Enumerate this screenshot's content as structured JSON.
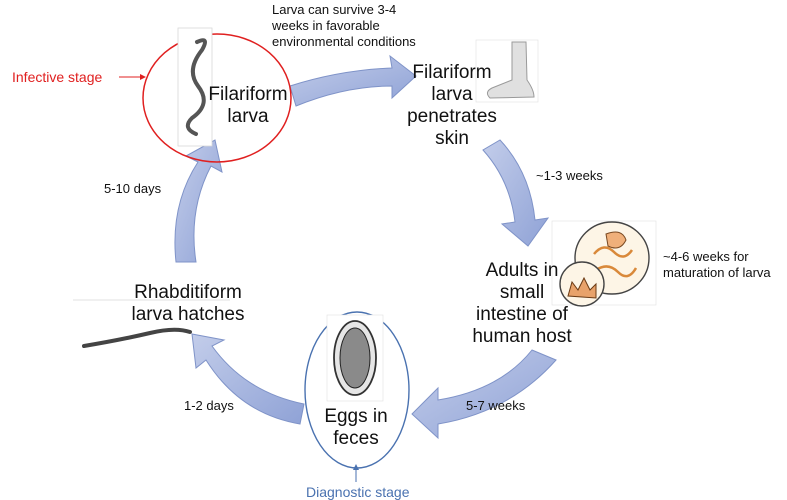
{
  "stages": {
    "filariform_larva": "Filariform\nlarva",
    "penetrates_skin": "Filariform\nlarva\npenetrates\nskin",
    "adults": "Adults in\nsmall\nintestine of\nhuman host",
    "eggs": "Eggs in\nfeces",
    "rhabditiform": "Rhabditiform\nlarva hatches"
  },
  "durations": {
    "survive": "Larva can survive 3-4\nweeks in favorable\nenvironmental conditions",
    "one_to_three": "~1-3 weeks",
    "four_to_six": "~4-6 weeks for\nmaturation of larva",
    "five_to_seven": "5-7 weeks",
    "one_to_two": "1-2 days",
    "five_to_ten": "5-10 days"
  },
  "callouts": {
    "infective": "Infective stage",
    "diagnostic": "Diagnostic stage"
  },
  "colors": {
    "arrow_fill": "#a9b8df",
    "arrow_stroke": "#7f93c8",
    "infective_red": "#e02020",
    "diagnostic_blue": "#4a72b0"
  }
}
